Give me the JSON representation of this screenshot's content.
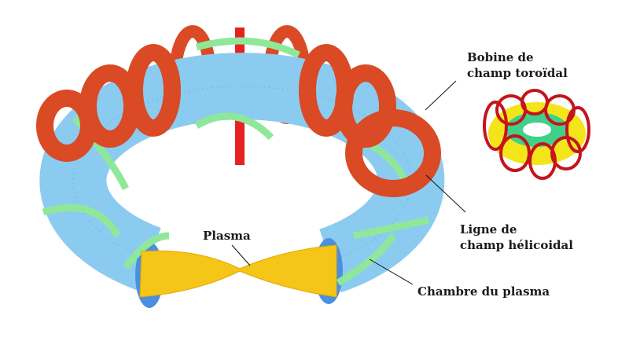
{
  "labels": {
    "coil_line1": "Bobine de",
    "coil_line2": "champ toroïdal",
    "helical_line1": "Ligne de",
    "helical_line2": "champ hélicoidal",
    "chamber": "Chambre du plasma",
    "plasma": "Plasma"
  },
  "colors": {
    "chamber": "#8ccbf0",
    "chamber_end": "#4a8fe0",
    "coil": "#d94a25",
    "coil_edge": "#e52222",
    "helical": "#8fe89a",
    "plasma": "#f5c518"
  }
}
